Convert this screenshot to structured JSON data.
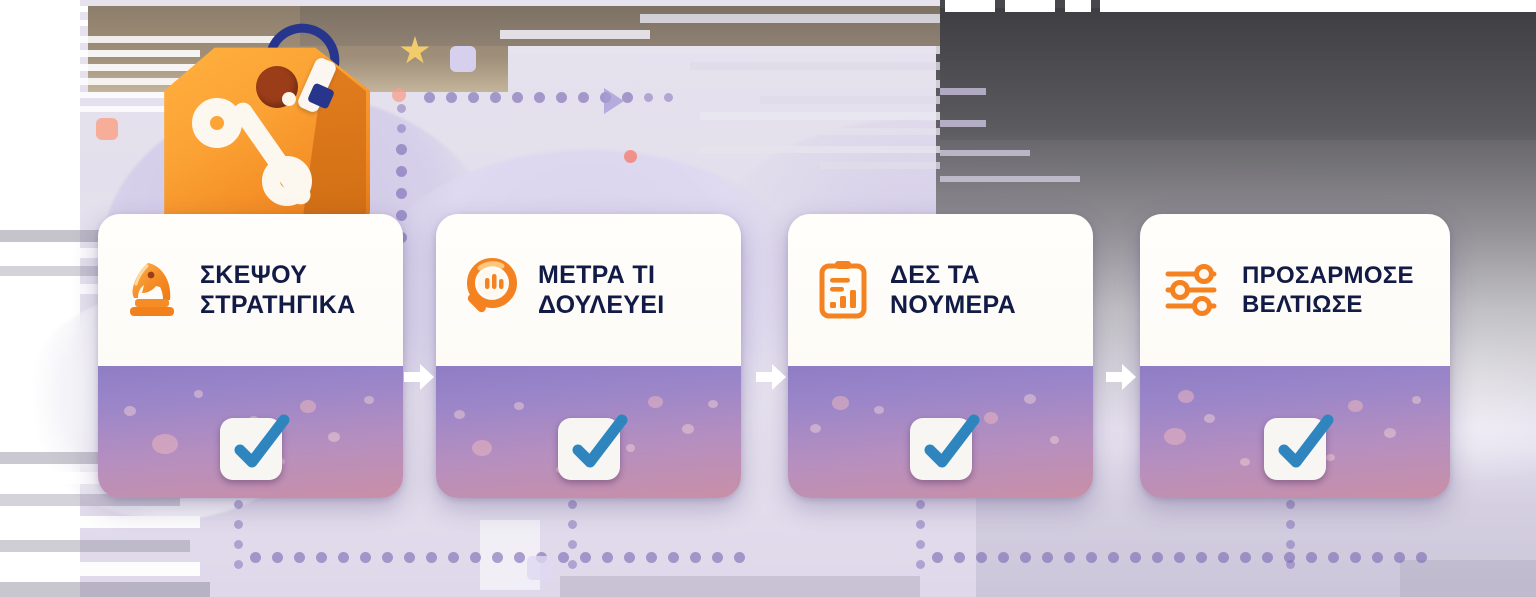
{
  "graphic": {
    "type": "infographic-process-flow",
    "language": "el",
    "hero_icon": "discount-price-tag-icon",
    "hero_symbol": "%",
    "arrow_connector": "right-arrow-icon",
    "colors": {
      "accent_orange": "#F58220",
      "tag_orange": "#FBA235",
      "title_navy": "#121B46",
      "card_head_cream": "#FFFEFB",
      "card_body_purple": "#8F7DC4",
      "card_body_pink": "#C98FA7",
      "check_blue": "#2E86C1",
      "dot_purple": "#7B6BB5",
      "string_navy": "#27368C"
    }
  },
  "steps": [
    {
      "index": 1,
      "icon": "chess-knight-icon",
      "title_line1": "ΣΚΕΨΟΥ",
      "title_line2": "ΣΤΡΑΤΗΓΙΚΑ",
      "title": "ΣΚΕΨΟΥ\nΣΤΡΑΤΗΓΙΚΑ",
      "status_icon": "checkmark-icon",
      "status": "completed"
    },
    {
      "index": 2,
      "icon": "magnifier-bar-chart-icon",
      "title_line1": "ΜΕΤΡΑ ΤΙ",
      "title_line2": "ΔΟΥΛΕΥΕΙ",
      "title": "ΜΕΤΡΑ ΤΙ\nΔΟΥΛΕΥΕΙ",
      "status_icon": "checkmark-icon",
      "status": "completed"
    },
    {
      "index": 3,
      "icon": "clipboard-report-icon",
      "title_line1": "ΔΕΣ ΤΑ",
      "title_line2": "ΝΟΥΜΕΡΑ",
      "title": "ΔΕΣ ΤΑ\nΝΟΥΜΕΡΑ",
      "status_icon": "checkmark-icon",
      "status": "completed"
    },
    {
      "index": 4,
      "icon": "sliders-settings-icon",
      "title_line1": "ΠΡΟΣΑΡΜΟΣΕ",
      "title_line2": "ΒΕΛΤΙΩΣΕ",
      "title": "ΠΡΟΣΑΡΜΟΣΕ\nΒΕΛΤΙΩΣΕ",
      "status_icon": "checkmark-icon",
      "status": "completed"
    }
  ]
}
